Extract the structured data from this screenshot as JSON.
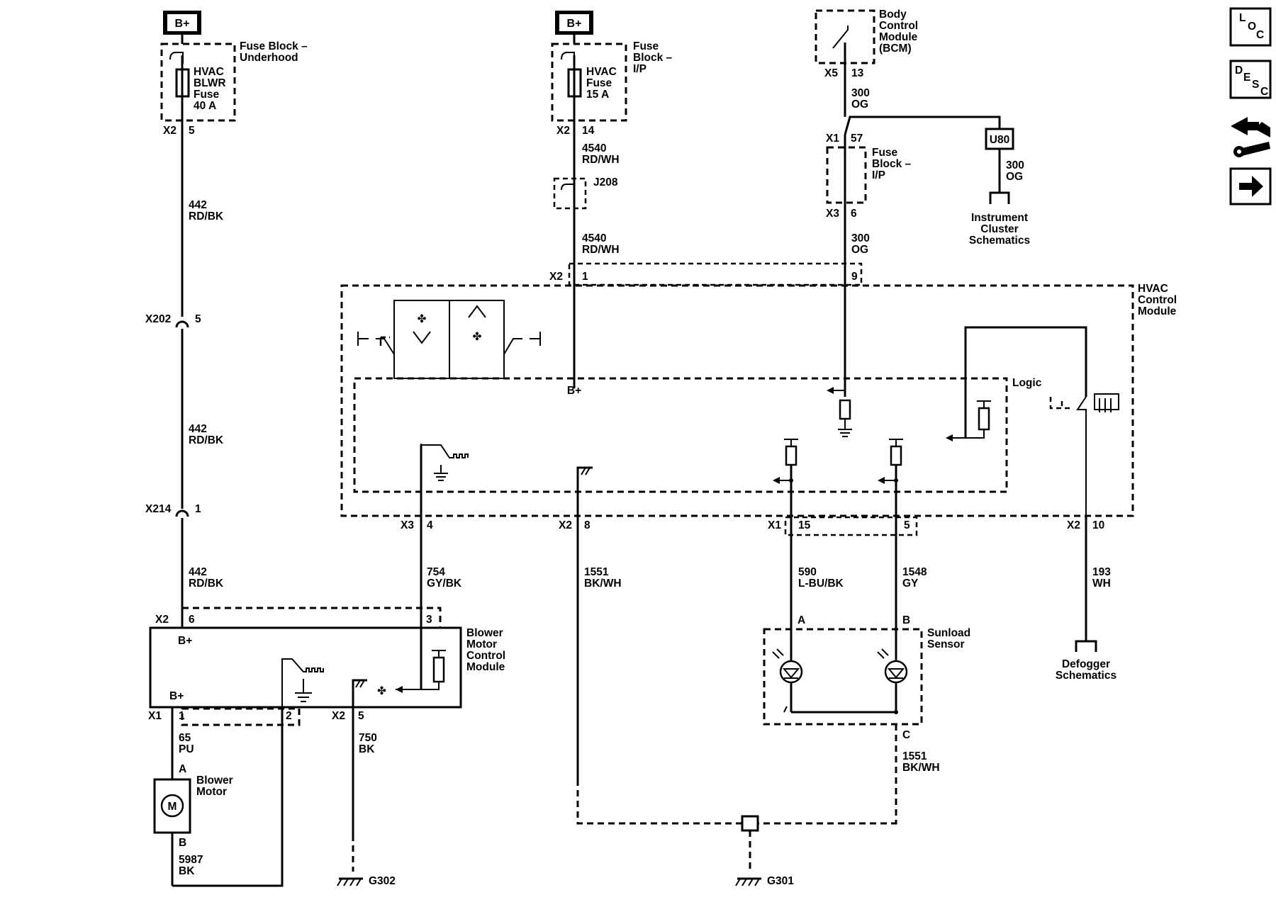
{
  "power_labels": {
    "bplus_left": "B+",
    "bplus_mid": "B+"
  },
  "fuse_block_underhood": {
    "title_line1": "Fuse Block –",
    "title_line2": "Underhood",
    "fuse_line1": "HVAC",
    "fuse_line2": "BLWR",
    "fuse_line3": "Fuse",
    "fuse_line4": "40 A",
    "connector": "X2",
    "pin": "5"
  },
  "fuse_block_ip_top": {
    "title_line1": "Fuse",
    "title_line2": "Block –",
    "title_line3": "I/P",
    "fuse_line1": "HVAC",
    "fuse_line2": "Fuse",
    "fuse_line3": "15 A",
    "connector": "X2",
    "pin": "14"
  },
  "bcm": {
    "line1": "Body",
    "line2": "Control",
    "line3": "Module",
    "line4": "(BCM)",
    "connector": "X5",
    "pin": "13"
  },
  "wires": {
    "w442_a_num": "442",
    "w442_a_color": "RD/BK",
    "w442_b_num": "442",
    "w442_b_color": "RD/BK",
    "w442_c_num": "442",
    "w442_c_color": "RD/BK",
    "w4540_a_num": "4540",
    "w4540_a_color": "RD/WH",
    "w4540_b_num": "4540",
    "w4540_b_color": "RD/WH",
    "w300_a_num": "300",
    "w300_a_color": "OG",
    "w300_b_num": "300",
    "w300_b_color": "OG",
    "w300_c_num": "300",
    "w300_c_color": "OG",
    "w754_num": "754",
    "w754_color": "GY/BK",
    "w1551_a_num": "1551",
    "w1551_a_color": "BK/WH",
    "w590_num": "590",
    "w590_color": "L-BU/BK",
    "w1548_num": "1548",
    "w1548_color": "GY",
    "w193_num": "193",
    "w193_color": "WH",
    "w65_num": "65",
    "w65_color": "PU",
    "w750_num": "750",
    "w750_color": "BK",
    "w5987_num": "5987",
    "w5987_color": "BK",
    "w1551_b_num": "1551",
    "w1551_b_color": "BK/WH"
  },
  "splices": {
    "x202": "X202",
    "x202_pin": "5",
    "x214": "X214",
    "x214_pin": "1",
    "j208": "J208"
  },
  "fuse_block_ip_mid": {
    "line1": "Fuse",
    "line2": "Block –",
    "line3": "I/P",
    "top_connector": "X1",
    "top_pin": "57",
    "bottom_connector": "X3",
    "bottom_pin": "6"
  },
  "u80": {
    "label": "U80"
  },
  "instrument_cluster": {
    "line1": "Instrument",
    "line2": "Cluster",
    "line3": "Schematics"
  },
  "hvac_module": {
    "line1": "HVAC",
    "line2": "Control",
    "line3": "Module",
    "logic": "Logic",
    "bplus": "B+",
    "x2_top": "X2",
    "pin1": "1",
    "pin9": "9",
    "x3": "X3",
    "pin4": "4",
    "x2_mid": "X2",
    "pin8": "8",
    "x1": "X1",
    "pin15": "15",
    "pin5": "5",
    "x2_right": "X2",
    "pin10": "10"
  },
  "blower_module": {
    "line1": "Blower",
    "line2": "Motor",
    "line3": "Control",
    "line4": "Module",
    "bplus_top": "B+",
    "bplus_bottom": "B+",
    "x2": "X2",
    "pin6": "6",
    "pin3": "3",
    "x1": "X1",
    "pin1": "1",
    "pin2": "2",
    "x2_bottom": "X2",
    "pin5": "5"
  },
  "blower_motor": {
    "line1": "Blower",
    "line2": "Motor",
    "symbol": "M",
    "pin_a": "A",
    "pin_b": "B"
  },
  "sunload_sensor": {
    "line1": "Sunload",
    "line2": "Sensor",
    "pin_a": "A",
    "pin_b": "B",
    "pin_c": "C"
  },
  "defogger": {
    "line1": "Defogger",
    "line2": "Schematics"
  },
  "grounds": {
    "g302": "G302",
    "g301": "G301"
  },
  "nav_buttons": {
    "loc": [
      "L",
      "O",
      "C"
    ],
    "desc": [
      "D",
      "E",
      "S",
      "C"
    ]
  }
}
